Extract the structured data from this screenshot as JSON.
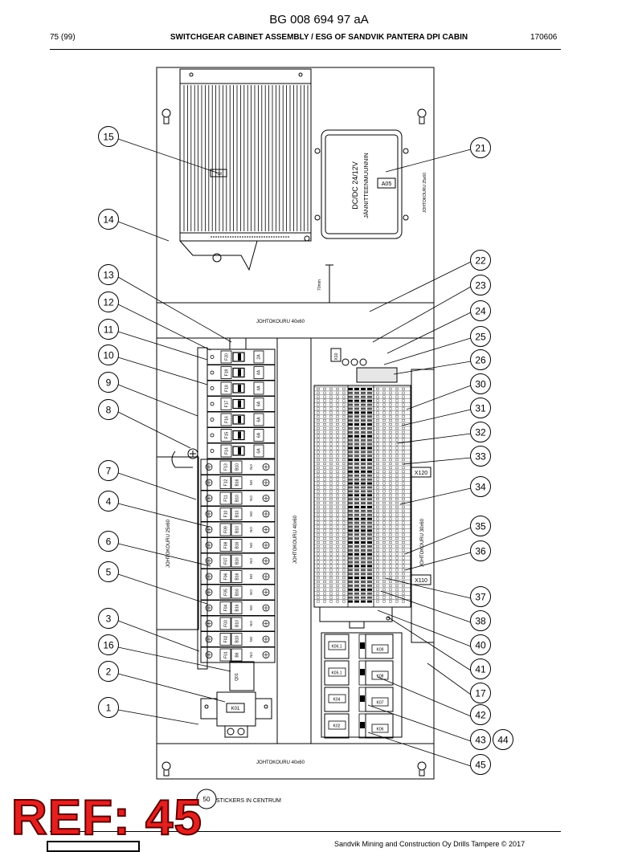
{
  "header": {
    "doc_number": "BG 008 694 97 aA",
    "page": "75 (99)",
    "title": "SWITCHGEAR CABINET ASSEMBLY / ESG OF SANDVIK PANTERA DPI CABIN",
    "code": "170606"
  },
  "drawing": {
    "ducts": {
      "top": "JOHTOKOURU 40x60",
      "bottom": "JOHTOKOURU 40x60",
      "center": "JOHTOKOURU 40x60",
      "left": "JOHTOKOURU 25x60",
      "right": "JOHTOKOURU 30x60",
      "upper_right": "JOHTOKOURU 25x60"
    },
    "converter": {
      "line1": "DC/DC 24/12V",
      "line2": "JÄNNITTEENMUUNNIN",
      "tag": "A05"
    },
    "heatsink_tag": "HM",
    "dimension": "70mm",
    "terminal_tags": [
      "X120",
      "X110"
    ],
    "fuses_upper": [
      {
        "id": "F20",
        "rating": "2A"
      },
      {
        "id": "F19",
        "rating": "4A"
      },
      {
        "id": "F18",
        "rating": "4A"
      },
      {
        "id": "F17",
        "rating": "6A"
      },
      {
        "id": "F16",
        "rating": "6A"
      },
      {
        "id": "F15",
        "rating": "6A"
      },
      {
        "id": "F14",
        "rating": "6A"
      }
    ],
    "fuses_lower": [
      {
        "id": "F13",
        "rating": "B10"
      },
      {
        "id": "F12",
        "rating": "B16"
      },
      {
        "id": "F11",
        "rating": "B10"
      },
      {
        "id": "F10",
        "rating": "B10"
      },
      {
        "id": "F09",
        "rating": "B10"
      },
      {
        "id": "F08",
        "rating": "B16"
      },
      {
        "id": "F07",
        "rating": "B16"
      },
      {
        "id": "F06",
        "rating": "B16"
      },
      {
        "id": "F05",
        "rating": "B16"
      },
      {
        "id": "F04",
        "rating": "B16"
      },
      {
        "id": "F03",
        "rating": "B10"
      },
      {
        "id": "F02",
        "rating": "B10"
      },
      {
        "id": "F01",
        "rating": "B6"
      }
    ],
    "contact_label": "NO",
    "relays": [
      {
        "left": "K06.1",
        "right": "K09"
      },
      {
        "left": "K05.1",
        "right": "K08"
      },
      {
        "left": "K04",
        "right": "K07"
      },
      {
        "left": "K02",
        "right": "K06"
      }
    ],
    "main_switch_tag": "K01",
    "q_tag": "Q01",
    "x10_tag": "X10",
    "sticker_number": "50",
    "sticker_text": "STICKERS IN CENTRUM"
  },
  "callouts": {
    "left": [
      "15",
      "14",
      "13",
      "12",
      "11",
      "10",
      "9",
      "8",
      "7",
      "4",
      "6",
      "5",
      "3",
      "16",
      "2",
      "1"
    ],
    "right": [
      "21",
      "22",
      "23",
      "24",
      "25",
      "26",
      "30",
      "31",
      "32",
      "33",
      "34",
      "35",
      "36",
      "37",
      "38",
      "40",
      "41",
      "17",
      "42",
      "43",
      "44",
      "45"
    ]
  },
  "stamp": "REF: 45",
  "footer": {
    "company": "Sandvik Mining and Construction Oy Drills Tampere © 2017"
  }
}
